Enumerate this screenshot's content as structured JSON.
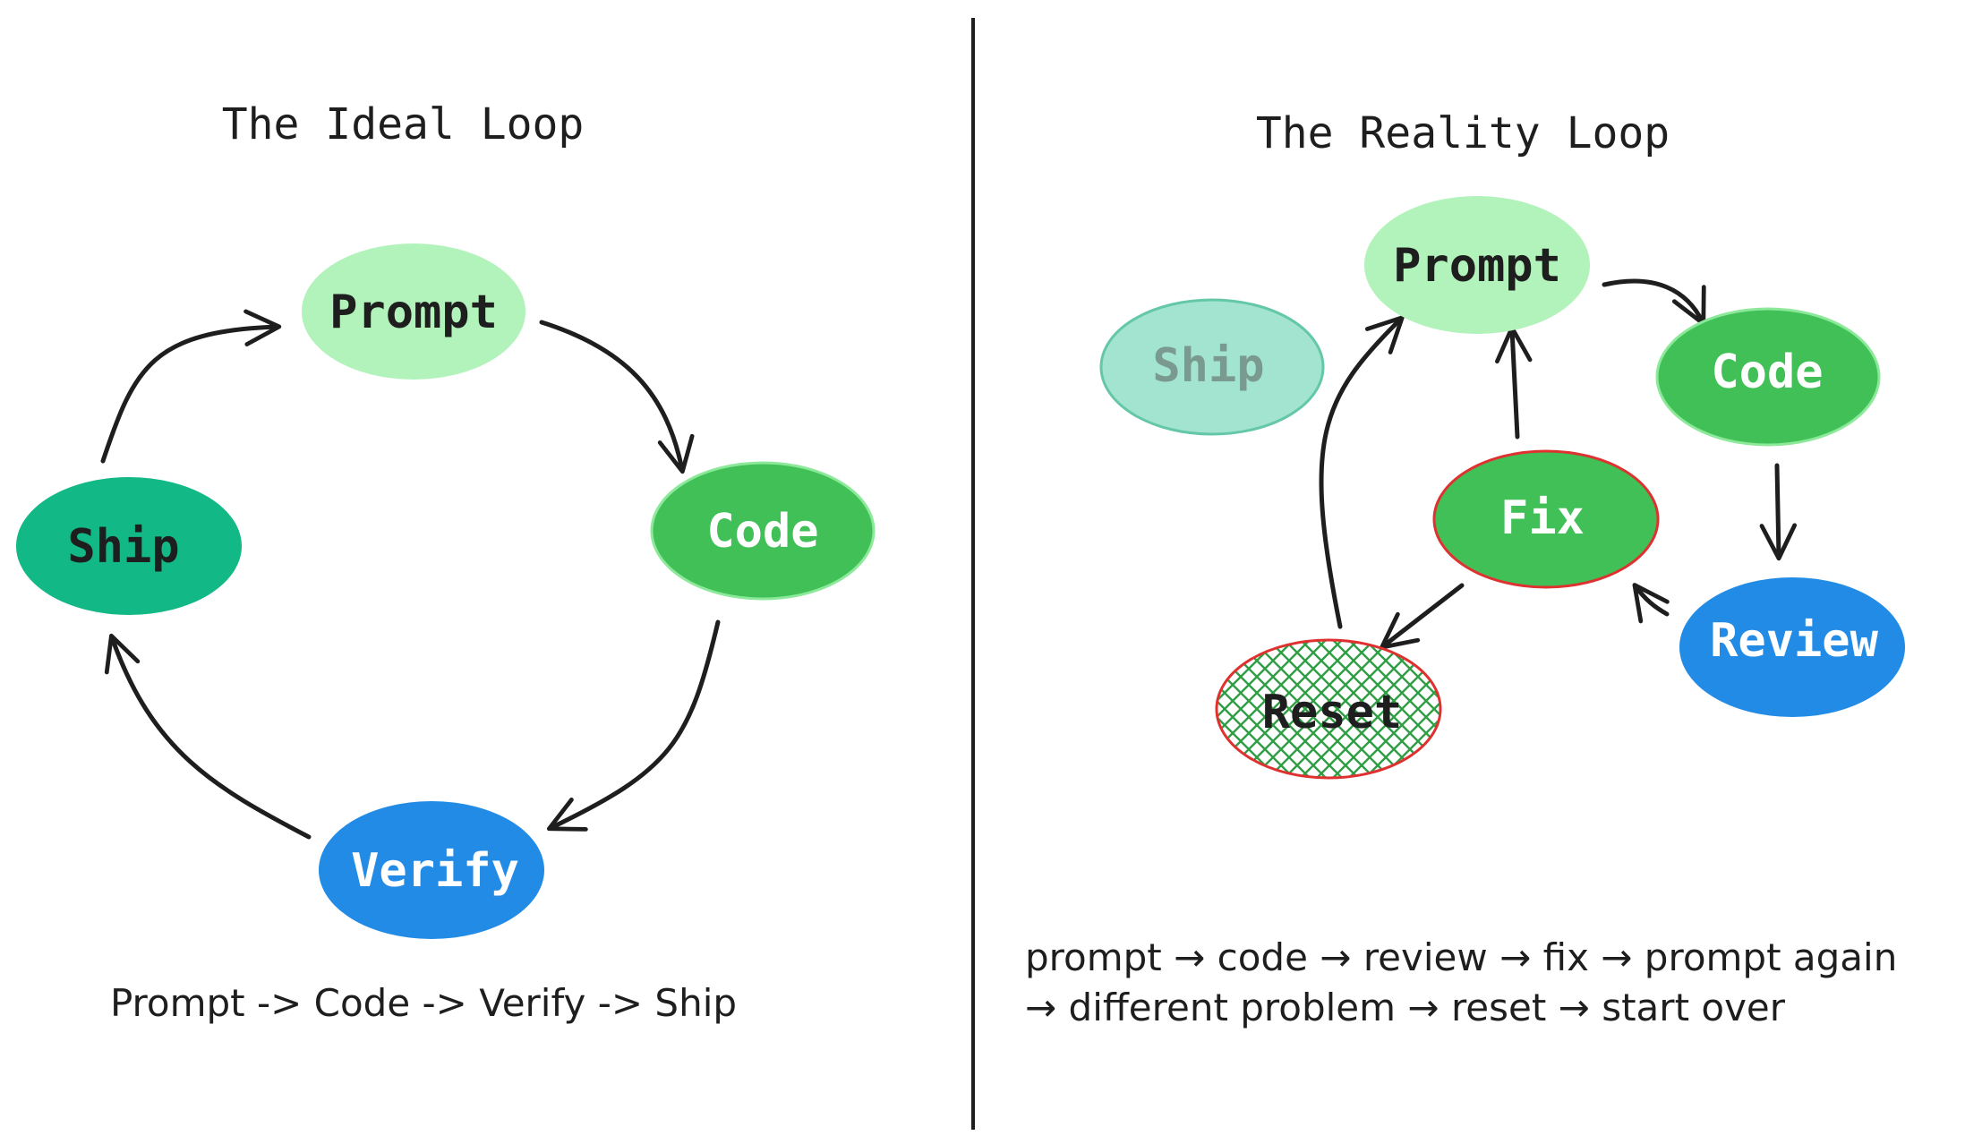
{
  "left_panel": {
    "title": "The Ideal Loop",
    "caption": "Prompt -> Code -> Verify -> Ship",
    "nodes": {
      "prompt": {
        "label": "Prompt",
        "fill": "#b2f2bb",
        "text_color": "#1e1e1e"
      },
      "code": {
        "label": "Code",
        "fill": "#40c057",
        "text_color": "#ffffff"
      },
      "verify": {
        "label": "Verify",
        "fill": "#228be6",
        "text_color": "#ffffff"
      },
      "ship": {
        "label": "Ship",
        "fill": "#12b886",
        "text_color": "#1e1e1e"
      }
    }
  },
  "right_panel": {
    "title": "The Reality Loop",
    "caption_line1": "prompt → code → review → fix → prompt again",
    "caption_line2": "→ different problem → reset → start over",
    "nodes": {
      "prompt": {
        "label": "Prompt",
        "fill": "#b2f2bb",
        "text_color": "#1e1e1e"
      },
      "ship": {
        "label": "Ship",
        "fill": "#a3e4d0",
        "text_color": "#7a9a90"
      },
      "code": {
        "label": "Code",
        "fill": "#40c057",
        "text_color": "#ffffff"
      },
      "fix": {
        "label": "Fix",
        "fill": "#40c057",
        "text_color": "#ffffff",
        "stroke": "#e03131"
      },
      "review": {
        "label": "Review",
        "fill": "#228be6",
        "text_color": "#ffffff"
      },
      "reset": {
        "label": "Reset",
        "fill": "#2f9e44",
        "text_color": "#1e1e1e",
        "stroke": "#e03131"
      }
    }
  }
}
